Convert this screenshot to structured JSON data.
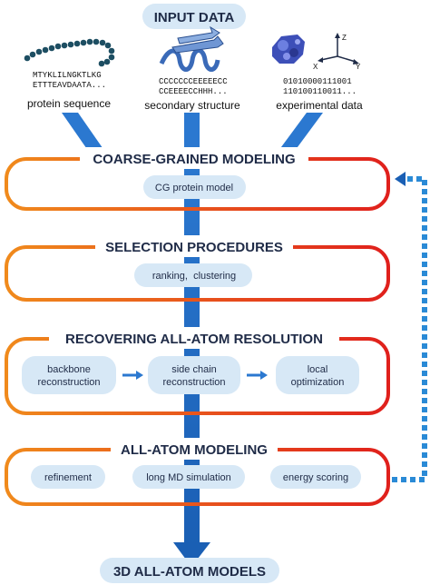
{
  "input": {
    "title": "INPUT DATA",
    "items": [
      {
        "code_line1": "MTYKLILNGKTLKG",
        "code_line2": "ETTTEAVDAATA...",
        "caption": "protein sequence"
      },
      {
        "code_line1": "CCCCCCCEEEEECC",
        "code_line2": "CCEEEECCHHH...",
        "caption": "secondary structure"
      },
      {
        "code_line1": "01010000111001",
        "code_line2": "110100110011...",
        "caption": "experimental data"
      }
    ],
    "axes": {
      "z": "Z",
      "x": "X",
      "y": "Y"
    }
  },
  "stages": [
    {
      "title": "COARSE-GRAINED MODELING",
      "items": [
        "CG protein model"
      ]
    },
    {
      "title": "SELECTION PROCEDURES",
      "items": [
        "ranking,  clustering"
      ]
    },
    {
      "title": "RECOVERING ALL-ATOM RESOLUTION",
      "items": [
        [
          "backbone",
          "reconstruction"
        ],
        [
          "side chain",
          "reconstruction"
        ],
        [
          "local",
          "optimization"
        ]
      ]
    },
    {
      "title": "ALL-ATOM MODELING",
      "items": [
        "refinement",
        "long MD simulation",
        "energy scoring"
      ]
    }
  ],
  "output": {
    "title": "3D ALL-ATOM MODELS"
  },
  "colors": {
    "arrow_blue": "#1a5fb4",
    "pill_fill": "#d7e8f6",
    "frame_orange": "#f08a1c",
    "frame_red": "#e0201c",
    "title_text": "#1f2b47",
    "feedback_dotted": "#2a8ad6"
  }
}
